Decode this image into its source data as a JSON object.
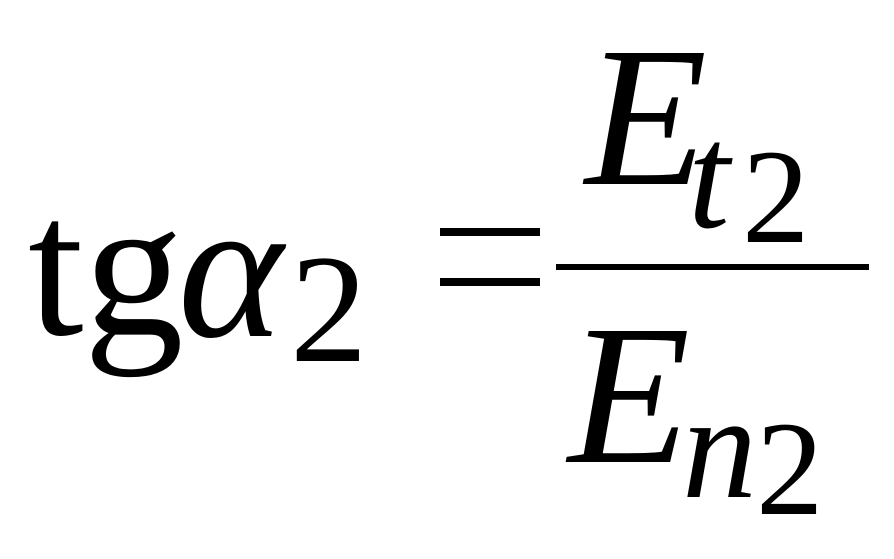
{
  "formula": {
    "left": {
      "function_name": "tg",
      "variable": "α",
      "variable_subscript": "2"
    },
    "operator": "=",
    "fraction": {
      "numerator": {
        "base": "E",
        "subscript": "t",
        "sub_subscript": "2"
      },
      "denominator": {
        "base": "E",
        "subscript": "n",
        "sub_subscript": "2"
      }
    }
  }
}
